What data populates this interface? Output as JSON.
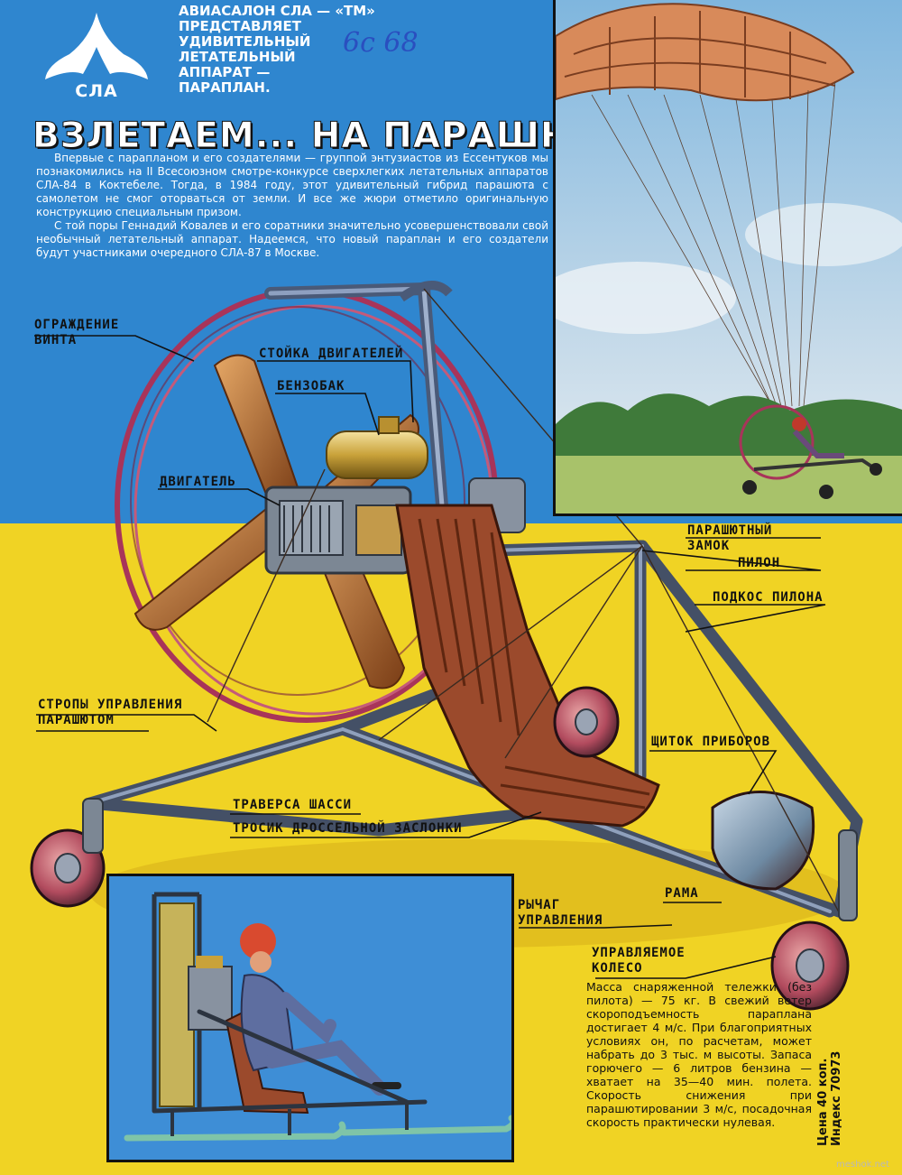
{
  "header": {
    "logo_text": "СЛА",
    "intro_lines": [
      "АВИАСАЛОН СЛА — «ТМ»",
      "ПРЕДСТАВЛЯЕТ",
      "УДИВИТЕЛЬНЫЙ",
      "ЛЕТАТЕЛЬНЫЙ",
      "АППАРАТ —",
      "ПАРАПЛАН."
    ],
    "handwritten_note": "6c 68",
    "headline": "ВЗЛЕТАЕМ... НА ПАРАШЮТЕ!"
  },
  "article": {
    "paragraphs": [
      "Впервые с парапланом и его создателями — группой энтузиастов из Ессентуков мы познакомились на II Всесоюзном смотре-конкурсе сверхлегких летательных аппаратов СЛА-84 в Коктебеле. Тогда, в 1984 году, этот удивительный гибрид парашюта с самолетом не смог оторваться от земли. И все же жюри отметило оригинальную конструкцию специальным призом.",
      "С той поры Геннадий Ковалев и его соратники значительно усовершенствовали свой необычный летательный аппарат. Надеемся, что новый параплан и его создатели будут участниками очередного СЛА-87 в Москве."
    ]
  },
  "labels": {
    "propeller_guard": [
      "ОГРАЖДЕНИЕ",
      "ВИНТА"
    ],
    "engine_mount": "СТОЙКА ДВИГАТЕЛЕЙ",
    "fuel_tank": "БЕНЗОБАК",
    "engine": "ДВИГАТЕЛЬ",
    "parachute_lock": [
      "ПАРАШЮТНЫЙ",
      "ЗАМОК"
    ],
    "pylon": "ПИЛОН",
    "pylon_strut": "ПОДКОС ПИЛОНА",
    "control_lines": [
      "СТРОПЫ УПРАВЛЕНИЯ",
      "ПАРАШЮТОМ"
    ],
    "instrument_panel": "ЩИТОК ПРИБОРОВ",
    "chassis_beam": "ТРАВЕРСА ШАССИ",
    "throttle_cable": "ТРОСИК ДРОССЕЛЬНОЙ ЗАСЛОНКИ",
    "frame": "РАМА",
    "control_lever": [
      "РЫЧАГ",
      "УПРАВЛЕНИЯ"
    ],
    "steered_wheel": [
      "УПРАВЛЯЕМОЕ",
      "КОЛЕСО"
    ]
  },
  "specs_text": "Масса снаряженной тележки (без пилота) — 75 кг. В свежий ветер скороподъемность параплана достигает 4 м/с. При благоприятных условиях он, по расчетам, может набрать до 3 тыс. м высоты. Запаса горючего — 6 литров бензина — хватает на 35—40 мин. полета. Скорость снижения при парашютировании 3 м/с, посадочная скорость практически нулевая.",
  "footer": {
    "price": "Цена 40 коп.",
    "index": "Индекс 70973"
  },
  "watermark": "meshok.net",
  "colors": {
    "blue": "#2f86cf",
    "yellow": "#f0d324",
    "tube_red": "#a8345a",
    "seat": "#9b4a2c",
    "propeller": "#b86a32",
    "tank": "#c9a23a"
  }
}
